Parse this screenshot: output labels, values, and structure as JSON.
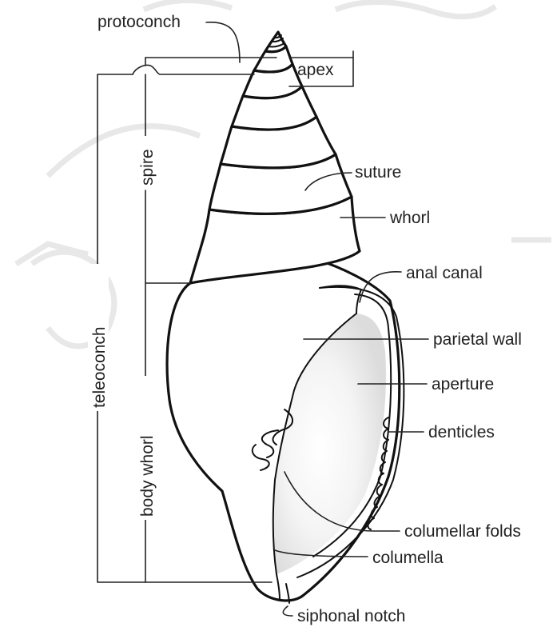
{
  "labels": {
    "protoconch": "protoconch",
    "apex": "apex",
    "spire": "spire",
    "suture": "suture",
    "whorl": "whorl",
    "teleoconch": "teleoconch",
    "anal_canal": "anal canal",
    "parietal_wall": "parietal wall",
    "aperture": "aperture",
    "denticles": "denticles",
    "body_whorl": "body whorl",
    "columellar_folds": "columellar folds",
    "columella": "columella",
    "siphonal_notch": "siphonal notch"
  },
  "colors": {
    "ink": "#111111",
    "label": "#222222",
    "aperture_shade": "#e9e9e9",
    "watermark": "#e8e8e8"
  }
}
